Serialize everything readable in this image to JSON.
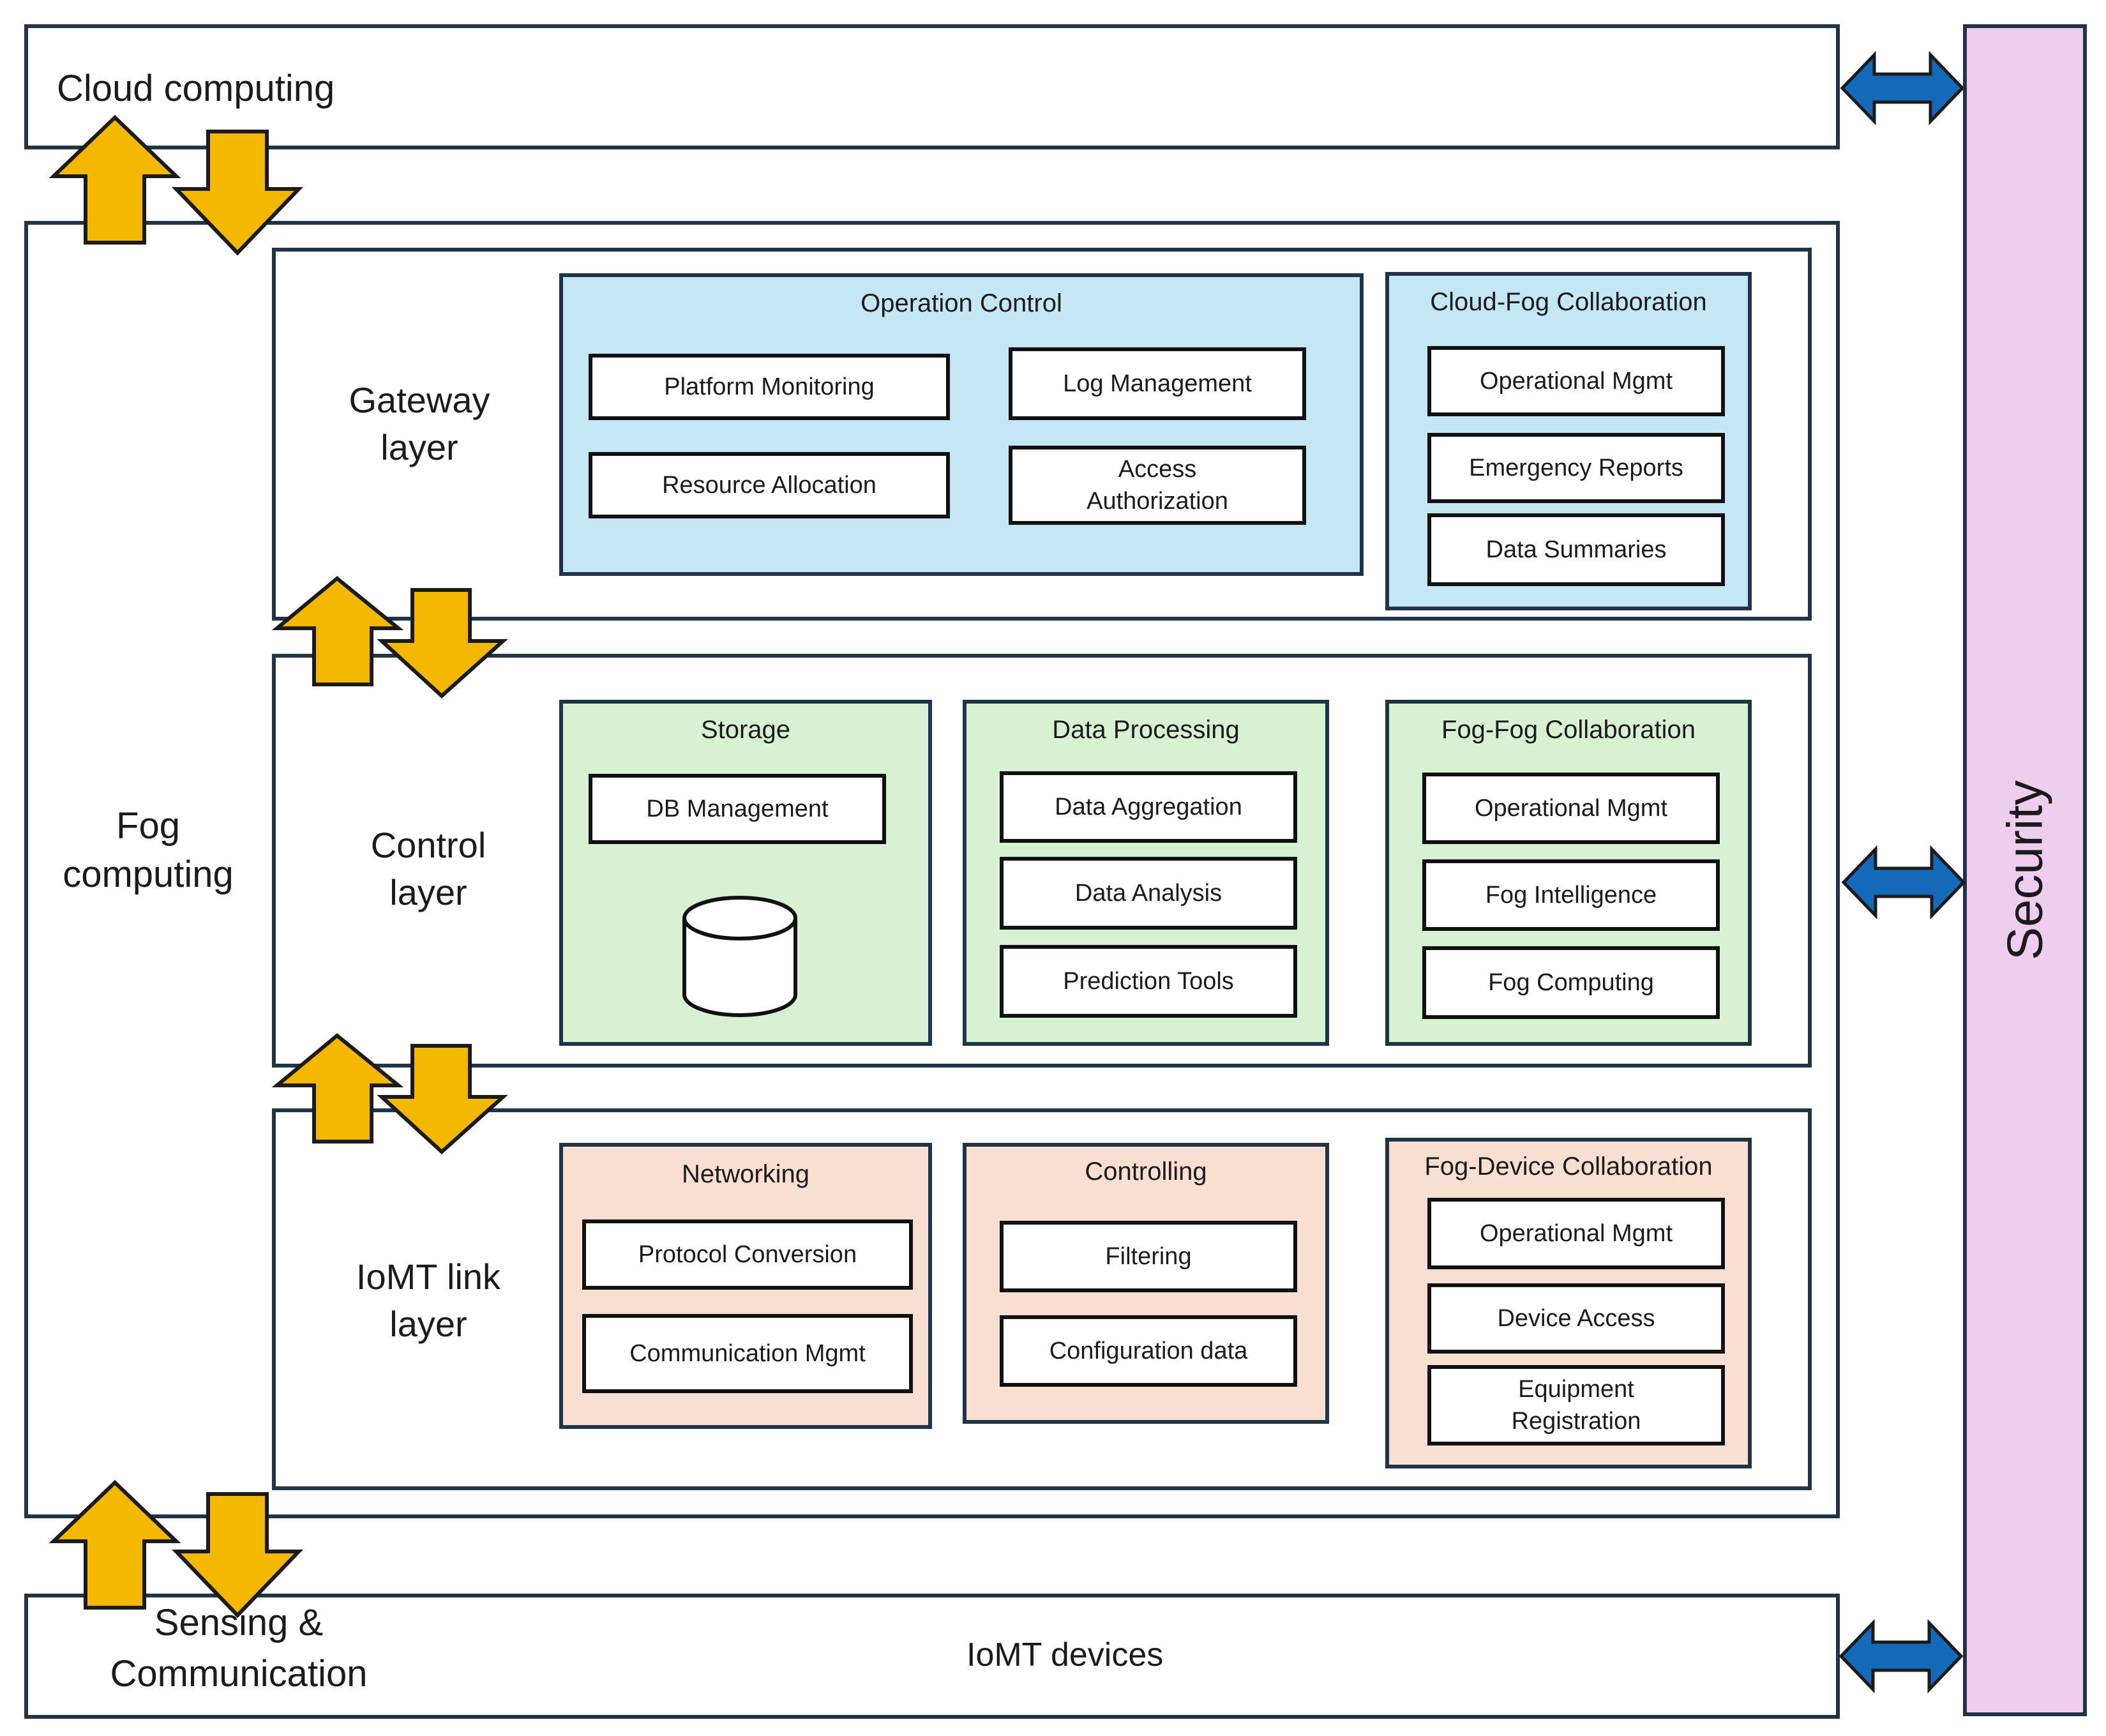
{
  "cloud": {
    "label": "Cloud computing"
  },
  "fog": {
    "label": [
      "Fog",
      "computing"
    ]
  },
  "sensing": {
    "label": [
      "Sensing &",
      "Communication"
    ],
    "devices": "IoMT devices"
  },
  "security": {
    "label": "Security"
  },
  "gateway": {
    "label": [
      "Gateway",
      "layer"
    ],
    "operation_control": {
      "title": "Operation Control",
      "items": [
        "Platform Monitoring",
        "Log Management",
        "Resource Allocation",
        "Access Authorization"
      ]
    },
    "cloud_fog": {
      "title": "Cloud-Fog Collaboration",
      "items": [
        "Operational Mgmt",
        "Emergency Reports",
        "Data Summaries"
      ]
    }
  },
  "control": {
    "label": [
      "Control",
      "layer"
    ],
    "storage": {
      "title": "Storage",
      "items": [
        "DB Management"
      ]
    },
    "data_processing": {
      "title": "Data Processing",
      "items": [
        "Data Aggregation",
        "Data Analysis",
        "Prediction Tools"
      ]
    },
    "fog_fog": {
      "title": "Fog-Fog Collaboration",
      "items": [
        "Operational Mgmt",
        "Fog Intelligence",
        "Fog Computing"
      ]
    }
  },
  "iomt": {
    "label": [
      "IoMT link",
      "layer"
    ],
    "networking": {
      "title": "Networking",
      "items": [
        "Protocol Conversion",
        "Communication Mgmt"
      ]
    },
    "controlling": {
      "title": "Controlling",
      "items": [
        "Filtering",
        "Configuration data"
      ]
    },
    "fog_device": {
      "title": "Fog-Device Collaboration",
      "items": [
        "Operational Mgmt",
        "Device Access",
        "Equipment Registration"
      ]
    }
  },
  "colors": {
    "arrow_yellow": "#f5b800",
    "arrow_blue": "#1469b8",
    "security_fill": "#efcdee",
    "blue_group": "#c5e6f4",
    "green_group": "#d8f1d3",
    "peach_group": "#f8dfd1"
  }
}
